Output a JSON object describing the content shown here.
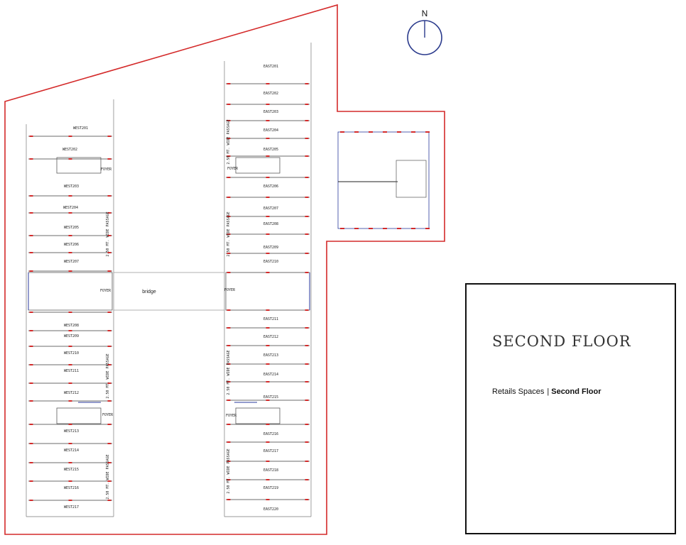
{
  "compass": {
    "label": "N"
  },
  "west_units": [
    "WEST201",
    "WEST202",
    "WEST203",
    "WEST204",
    "WEST205",
    "WEST206",
    "WEST207",
    "WEST208",
    "WEST209",
    "WEST210",
    "WEST211",
    "WEST212",
    "WEST213",
    "WEST214",
    "WEST215",
    "WEST216",
    "WEST217"
  ],
  "east_units": [
    "EAST201",
    "EAST202",
    "EAST203",
    "EAST204",
    "EAST205",
    "EAST206",
    "EAST207",
    "EAST208",
    "EAST209",
    "EAST210",
    "EAST211",
    "EAST212",
    "EAST213",
    "EAST214",
    "EAST215",
    "EAST216",
    "EAST217",
    "EAST218",
    "EAST219",
    "EAST220"
  ],
  "passage_label": "2.50 MT. WIDE PASSAGE",
  "foyer_label": "FOYER",
  "bridge_label": "bridge",
  "colors": {
    "boundary": "#d42a2a",
    "compass": "#2a3a8c",
    "walls": "#555555",
    "accent_blue": "#2a3a9c"
  },
  "title_box": {
    "heading": "SECOND FLOOR",
    "subtitle_prefix": "Retails Spaces",
    "subtitle_separator": "|",
    "subtitle_suffix": "Second Floor"
  }
}
